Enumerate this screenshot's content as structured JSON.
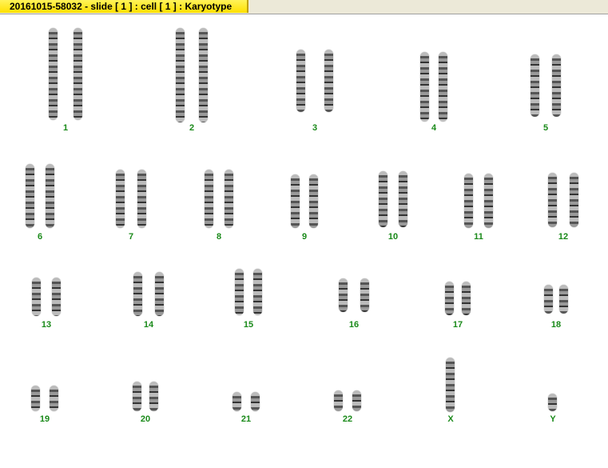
{
  "window": {
    "title": "20161015-58032 - slide [ 1 ] : cell [ 1 ] : Karyotype"
  },
  "karyotype": {
    "labels": [
      "1",
      "2",
      "3",
      "4",
      "5",
      "6",
      "7",
      "8",
      "9",
      "10",
      "11",
      "12",
      "13",
      "14",
      "15",
      "16",
      "17",
      "18",
      "19",
      "20",
      "21",
      "22",
      "X",
      "Y"
    ]
  }
}
